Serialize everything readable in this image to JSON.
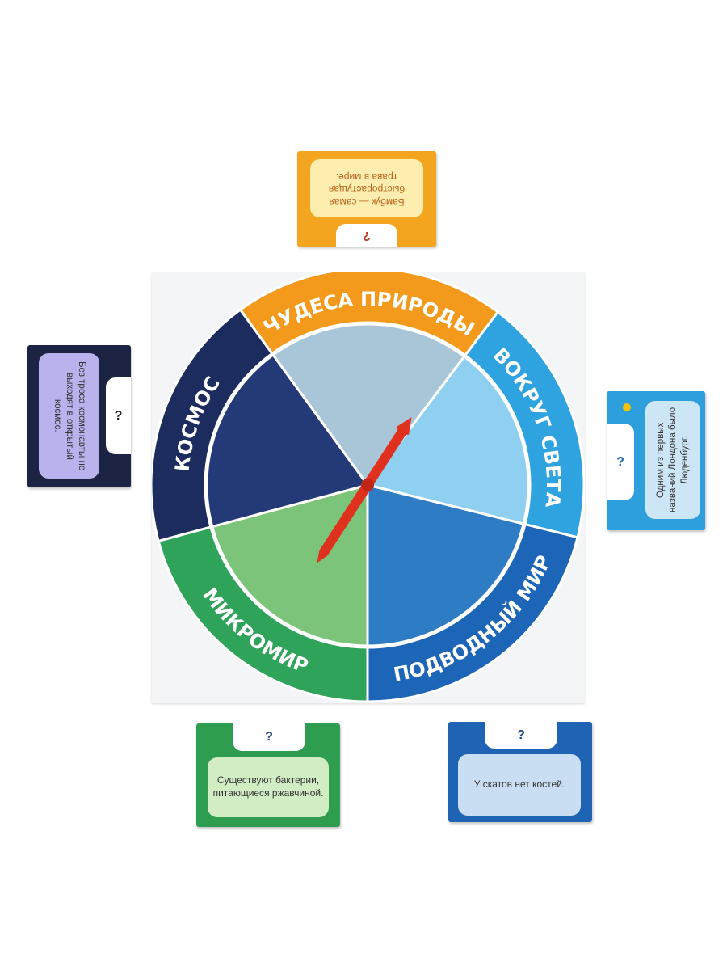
{
  "wheel": {
    "sectors": [
      {
        "label": "ЧУДЕСА ПРИРОДЫ",
        "color": "#f39a1c",
        "inner": "#a9c6d8"
      },
      {
        "label": "ВОКРУГ СВЕТА",
        "color": "#2ea3e0",
        "inner": "#8fd0f0"
      },
      {
        "label": "ПОДВОДНЫЙ МИР",
        "color": "#1d66b7",
        "inner": "#2d7cc4"
      },
      {
        "label": "МИКРОМИР",
        "color": "#2fa35a",
        "inner": "#7cc47a"
      },
      {
        "label": "КОСМОС",
        "color": "#1c2c5e",
        "inner": "#243a78"
      }
    ],
    "arrow_color": "#e0311f"
  },
  "cards": {
    "nature": {
      "text": "Бамбук — самая быстрорастущая трава в мире.",
      "mark": "?"
    },
    "space": {
      "text": "Без троса космонавты не выходят в открытый космос.",
      "mark": "?"
    },
    "world": {
      "text": "Одним из первых названий Лондона было Люденбург.",
      "mark": "?"
    },
    "micro": {
      "text": "Существуют бактерии, питающиеся ржавчиной.",
      "mark": "?"
    },
    "sea": {
      "text": "У скатов нет костей.",
      "mark": "?"
    }
  }
}
